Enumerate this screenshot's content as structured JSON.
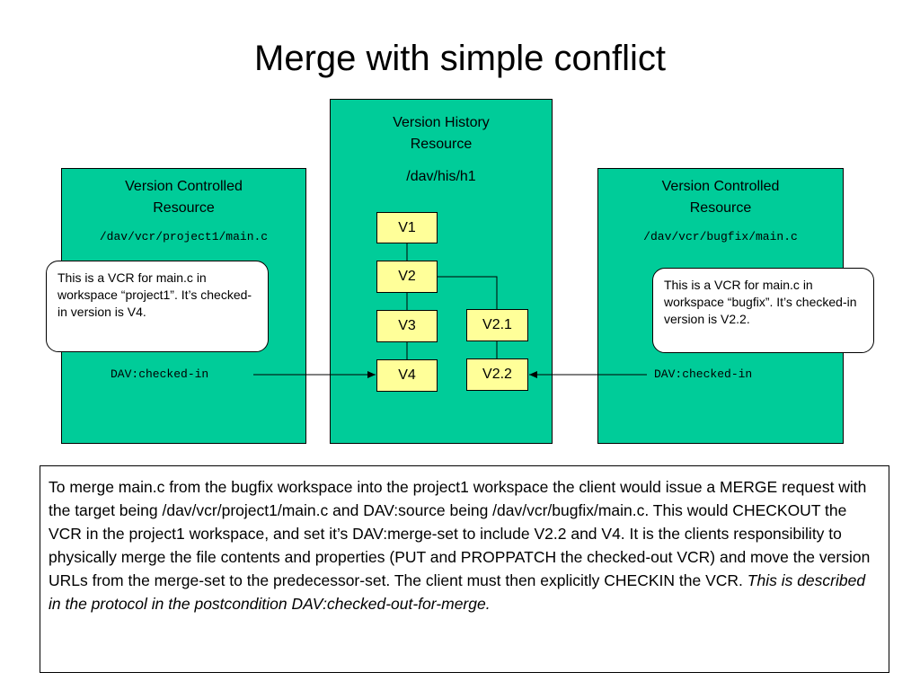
{
  "title": "Merge with simple conflict",
  "left_panel": {
    "heading": "Version Controlled Resource",
    "path": "/dav/vcr/project1/main.c",
    "callout": "This is a VCR for main.c in workspace “project1”.  It’s checked-in version is V4.",
    "property": "DAV:checked-in"
  },
  "center_panel": {
    "heading": "Version History Resource",
    "path": "/dav/his/h1",
    "versions": [
      "V1",
      "V2",
      "V3",
      "V4",
      "V2.1",
      "V2.2"
    ]
  },
  "right_panel": {
    "heading": "Version Controlled Resource",
    "path": "/dav/vcr/bugfix/main.c",
    "callout": "This is a VCR for main.c in workspace “bugfix”.  It’s checked-in version is V2.2.",
    "property": "DAV:checked-in"
  },
  "description": {
    "plain": "To merge main.c from the bugfix workspace into the project1 workspace the client would issue a MERGE request with the target being /dav/vcr/project1/main.c and DAV:source being /dav/vcr/bugfix/main.c.  This would CHECKOUT the VCR in the project1 workspace, and set it’s DAV:merge-set to include V2.2 and V4.  It is the clients responsibility to physically merge the file contents and properties (PUT and PROPPATCH the checked-out VCR) and move the version URLs from the merge-set to the predecessor-set.  The client must then explicitly CHECKIN the VCR.  ",
    "italic": "This is described in the protocol in the postcondition DAV:checked-out-for-merge."
  },
  "colors": {
    "panel": "#00cc99",
    "version_box": "#ffff99",
    "background": "#ffffff"
  }
}
